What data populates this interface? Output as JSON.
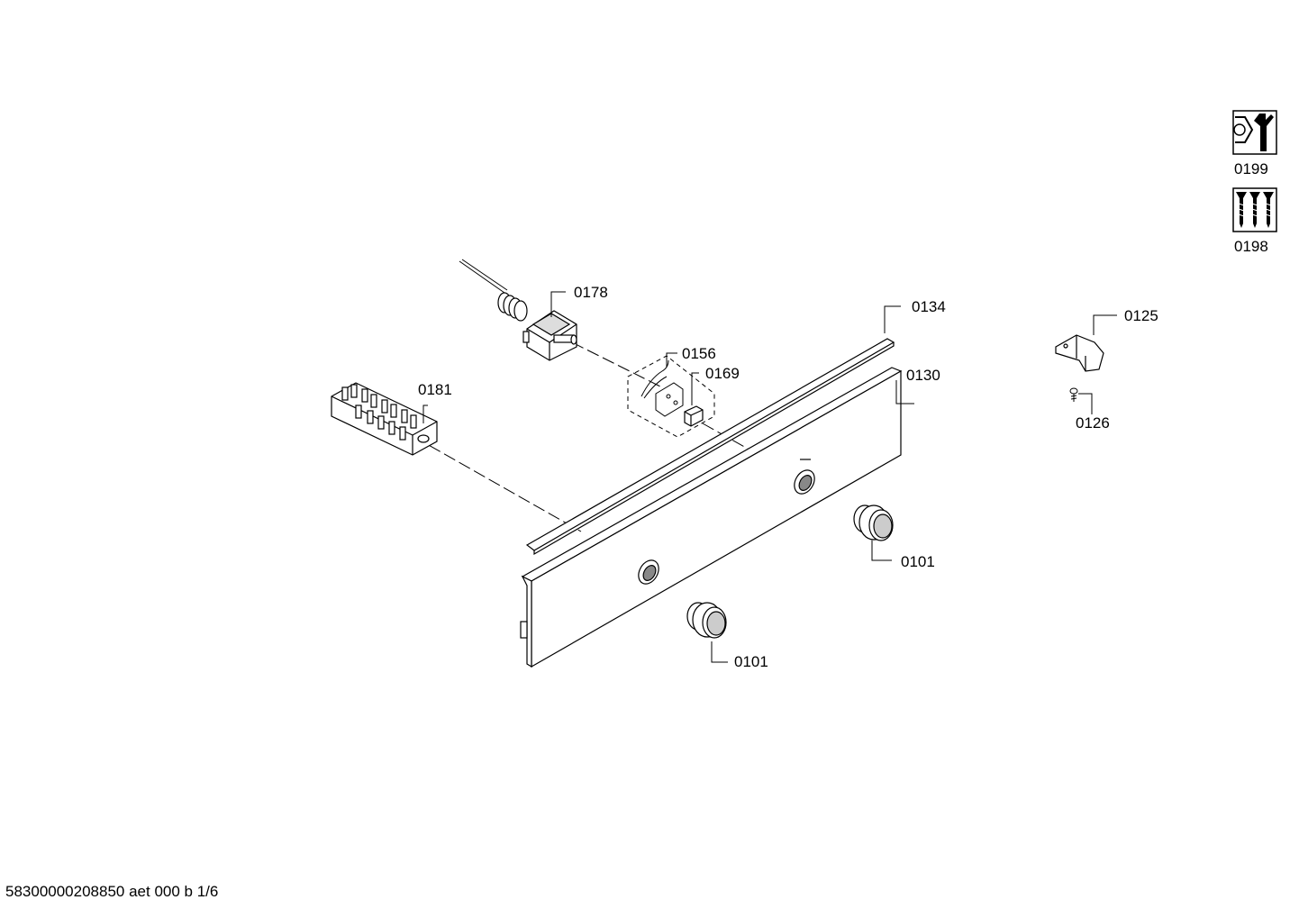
{
  "diagram": {
    "labels": {
      "p0178": "0178",
      "p0156": "0156",
      "p0169": "0169",
      "p0181": "0181",
      "p0134": "0134",
      "p0130": "0130",
      "p0125": "0125",
      "p0126": "0126",
      "p0101_right": "0101",
      "p0101_left": "0101",
      "p0199": "0199",
      "p0198": "0198"
    },
    "icons": {
      "tool_set": "wrench-nut-icon",
      "screw_set": "screws-icon"
    }
  },
  "footer": {
    "document_id": "58300000208850 aet 000 b 1/6"
  }
}
